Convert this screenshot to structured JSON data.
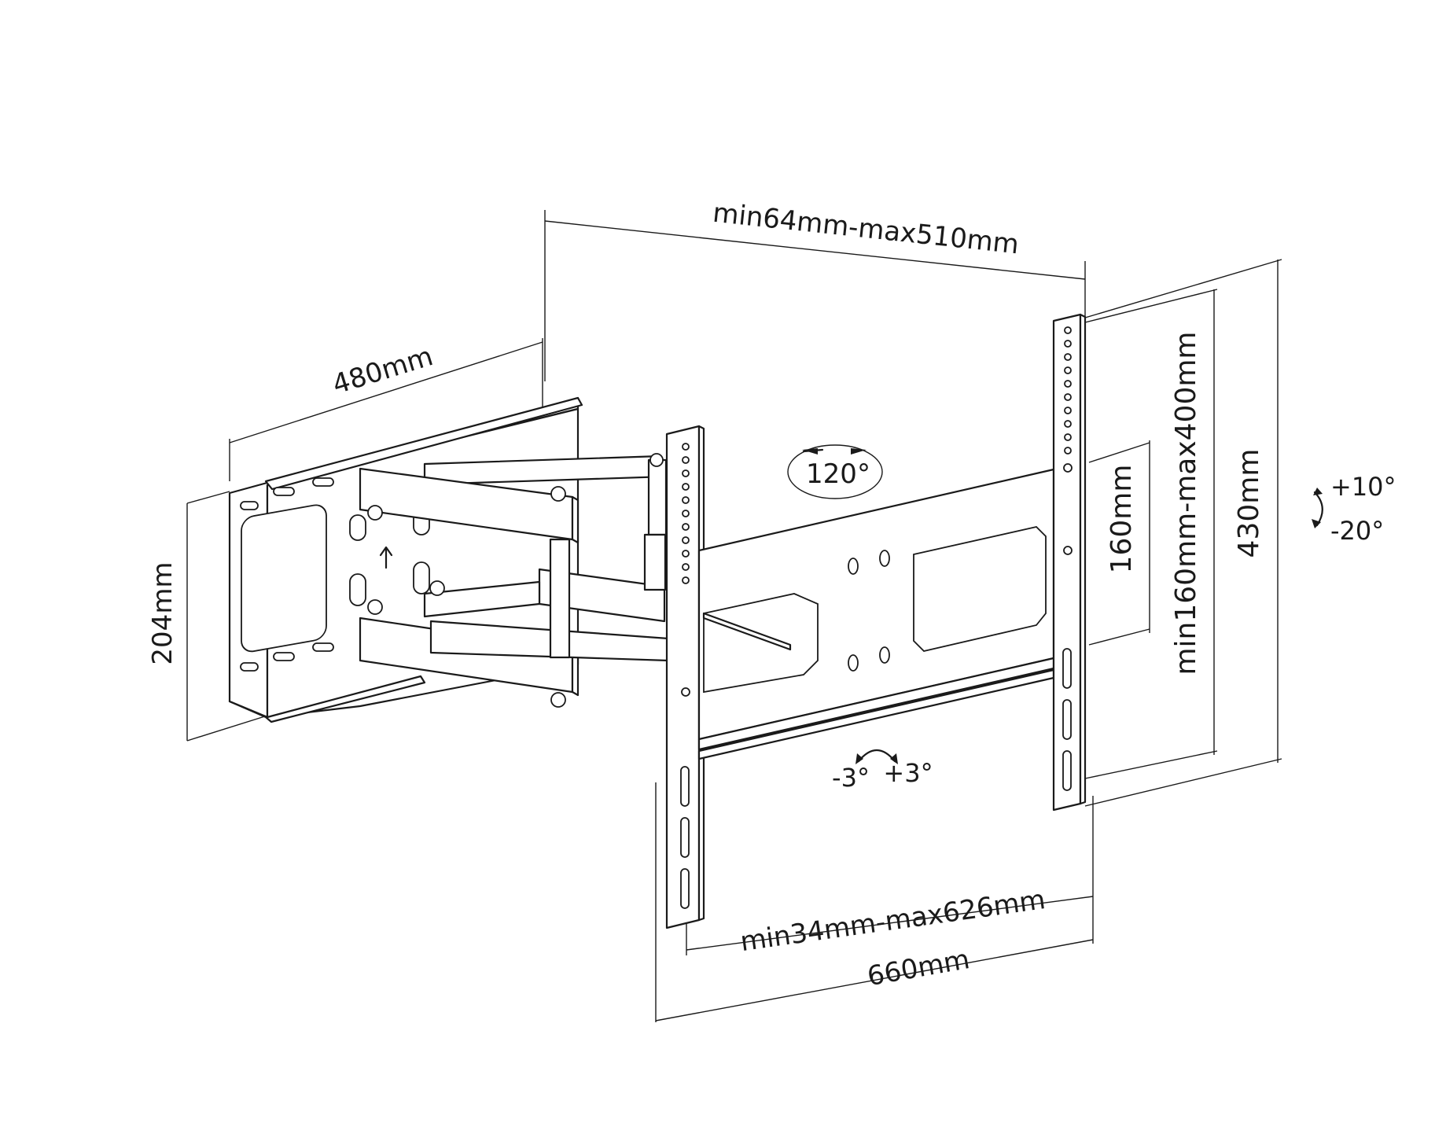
{
  "diagram": {
    "dimensions": {
      "arm_extension": "min64mm-max510mm",
      "wall_plate_width": "480mm",
      "wall_plate_height": "204mm",
      "vesa_vertical_inner": "160mm",
      "vesa_vertical_range": "min160mm-max400mm",
      "plate_height_total": "430mm",
      "vesa_horizontal_range": "min34mm-max626mm",
      "total_width": "660mm"
    },
    "angles": {
      "swivel": "120°",
      "tilt_up": "+10°",
      "tilt_down": "-20°",
      "rotate_left": "-3°",
      "rotate_right": "+3°"
    }
  }
}
